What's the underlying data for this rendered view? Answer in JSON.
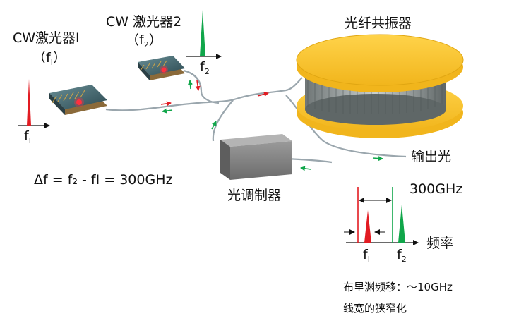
{
  "labels": {
    "laser1_name": "CW激光器I",
    "laser1_freq_open": "（f",
    "laser1_freq_sub": "I",
    "laser1_freq_close": "）",
    "laser2_name": "CW 激光器2",
    "laser2_freq_open": "（f",
    "laser2_freq_sub": "2",
    "laser2_freq_close": "）",
    "resonator": "光纤共振器",
    "output": "输出光",
    "modulator": "光调制器",
    "delta_equation": "Δf = f₂ - fI = 300GHz",
    "spectrum_spacing": "300GHz",
    "freq_axis": "频率",
    "f1_under_laser": "f",
    "f1_under_laser_sub": "I",
    "f2_under_laser": "f",
    "f2_under_laser_sub": "2",
    "f1_spectrum": "f",
    "f1_spectrum_sub": "I",
    "f2_spectrum": "f",
    "f2_spectrum_sub": "2",
    "note_line1": "布里渊频移：～10GHz",
    "note_line2": "线宽的狭窄化"
  },
  "colors": {
    "laser1_peak": "#e21b22",
    "laser2_peak": "#10a64a",
    "resonator_disc": "#f5c02c",
    "fiber": "#9aa6ad",
    "modulator": "#8c8c8c"
  }
}
